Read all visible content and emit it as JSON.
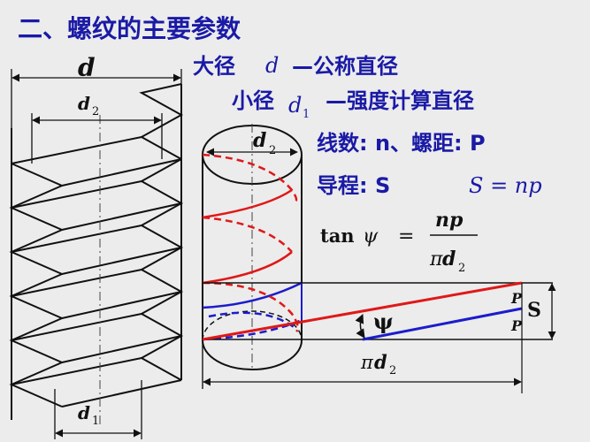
{
  "slide": {
    "title": "二、螺纹的主要参数",
    "lines": {
      "major_prefix": "大径",
      "major_symbol": "d",
      "major_suffix": "—公称直径",
      "minor_prefix": "小径",
      "minor_symbol": "d",
      "minor_sub": "1",
      "minor_suffix": "—强度计算直径",
      "threads": "线数: n、螺距: P",
      "lead": "导程: S",
      "lead_formula": "S = np"
    },
    "formula": {
      "lhs_tan": "tan",
      "lhs_psi": "ψ",
      "equals": "=",
      "numerator": "np",
      "denominator_pi": "π",
      "denominator_d": "d",
      "denominator_sub": "2"
    },
    "labels": {
      "bolt_d": "d",
      "bolt_d2": "d",
      "bolt_d2_sub": "2",
      "bolt_d1": "d",
      "bolt_d1_sub": "1",
      "cyl_d2": "d",
      "cyl_d2_sub": "2",
      "psi": "ψ",
      "p_top": "P",
      "p_bottom": "P",
      "s": "S",
      "base_pi": "π",
      "base_d": "d",
      "base_sub": "2"
    },
    "colors": {
      "title": "#1a1aa6",
      "text": "#1a1aa6",
      "helix_red": "#e01818",
      "helix_blue": "#1c1ccc",
      "line": "#111111",
      "background": "#ececec"
    }
  }
}
